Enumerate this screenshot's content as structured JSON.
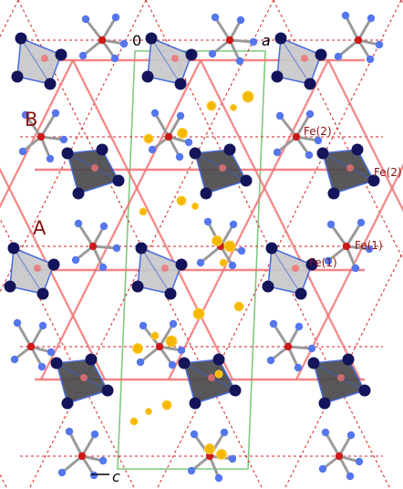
{
  "labels": {
    "origin": "0",
    "axis_a": "a",
    "axis_c": "c",
    "layer_A": "A",
    "layer_B": "B",
    "fe2_upper": "Fe(2)",
    "fe2_right": "Fe(2)",
    "fe1_right": "Fe(1)",
    "fe1_center": "Fe(1)"
  },
  "colors": {
    "unit_cell": "#7fc97f",
    "solid_network": "#f07070",
    "dashed_network": "#d02020",
    "light_tetrahedron": "#c8c8cc",
    "dark_tetrahedron": "#4a4a4e",
    "tetrahedron_edge": "#3a5fd8",
    "navy_atom": "#14145a",
    "blue_atom": "#5577ee",
    "red_atom": "#cc1a1a",
    "gold_atom": "#f5b800",
    "bond": "#9a9a9a",
    "label_dark_red": "#8b1010"
  }
}
